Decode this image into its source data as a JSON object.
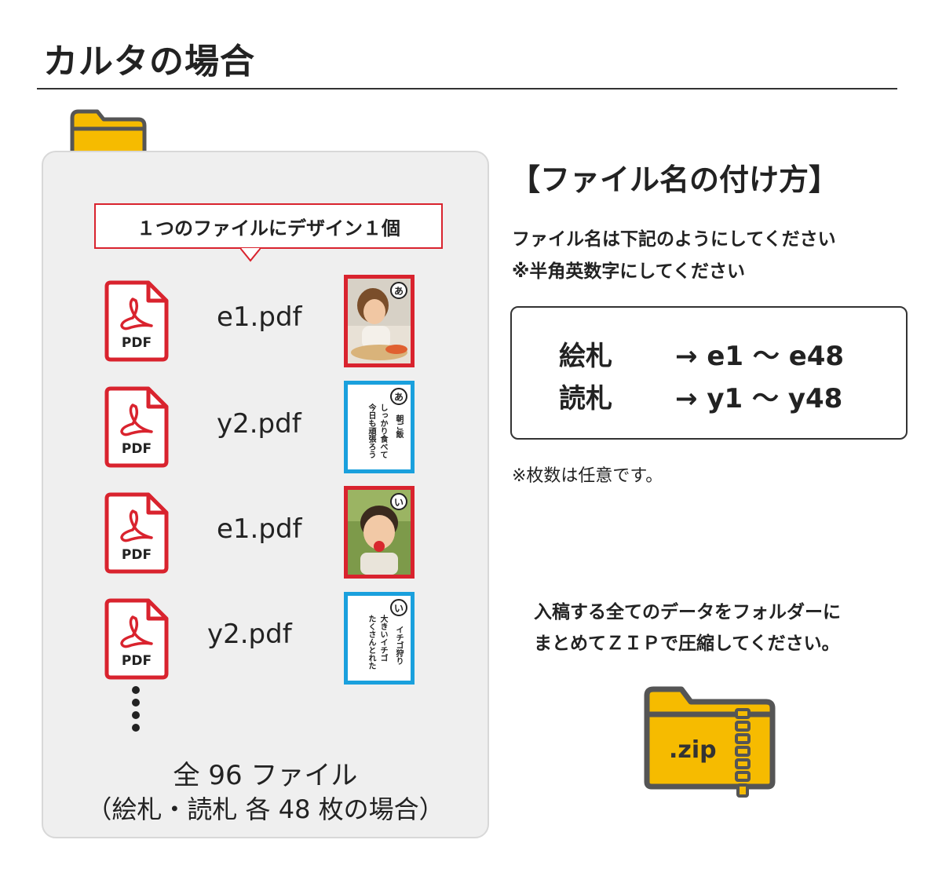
{
  "header": {
    "title": "カルタの場合"
  },
  "left_panel": {
    "callout": "１つのファイルにデザイン１個",
    "icon_label": "PDF",
    "rows": [
      {
        "filename": "e1.pdf",
        "card_type": "photo",
        "card_letter": "あ"
      },
      {
        "filename": "y2.pdf",
        "card_type": "text",
        "card_letter": "あ",
        "card_lines": [
          "朝ご飯",
          "しっかり食べて",
          "今日も頑張ろう"
        ]
      },
      {
        "filename": "e1.pdf",
        "card_type": "photo",
        "card_letter": "い"
      },
      {
        "filename": "y2.pdf",
        "card_type": "text",
        "card_letter": "い",
        "card_lines": [
          "イチゴ狩り",
          "大きいイチゴ",
          "たくさんとれた"
        ]
      }
    ],
    "total_line1": "全 96 ファイル",
    "total_line2": "（絵札・読札 各 48 枚の場合）"
  },
  "naming": {
    "title": "【ファイル名の付け方】",
    "instruction1": "ファイル名は下記のようにしてください",
    "instruction2": "※半角英数字にしてください",
    "rules": [
      {
        "label": "絵札",
        "value": "→ e1 〜 e48"
      },
      {
        "label": "読札",
        "value": "→ y1 〜 y48"
      }
    ],
    "count_note": "※枚数は任意です。",
    "submit_line1": "入稿する全てのデータをフォルダーに",
    "submit_line2": "まとめてＺＩＰで圧縮してください。",
    "zip_label": ".zip"
  },
  "colors": {
    "accent_red": "#d9232e",
    "accent_blue": "#1aa0dd",
    "folder_yellow": "#f6bb00",
    "folder_border": "#555555"
  }
}
